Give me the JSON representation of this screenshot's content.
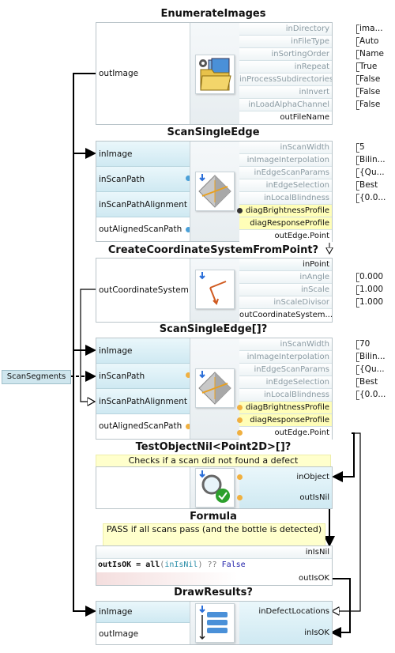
{
  "nodes": {
    "enumerate": {
      "title": "EnumerateImages",
      "inputs": [],
      "outputs_left": [
        "outImage"
      ],
      "params": [
        "inDirectory",
        "inFileType",
        "inSortingOrder",
        "inRepeat",
        "inProcessSubdirectories",
        "inInvert",
        "inLoadAlphaChannel"
      ],
      "values": [
        "ima...",
        "Auto",
        "Name",
        "True",
        "False",
        "False",
        "False"
      ],
      "outputs_right": [
        "outFileName"
      ],
      "icon": "folder-images-icon"
    },
    "scan1": {
      "title": "ScanSingleEdge",
      "inputs": [
        "inImage",
        "inScanPath",
        "inScanPathAlignment"
      ],
      "outputs_left": [
        "outAlignedScanPath"
      ],
      "params": [
        "inScanWidth",
        "inImageInterpolation",
        "inEdgeScanParams",
        "inEdgeSelection",
        "inLocalBlindness"
      ],
      "values": [
        "5",
        "Bilin...",
        "{Qu...",
        "Best",
        "{0.0..."
      ],
      "diag": [
        "diagBrightnessProfile",
        "diagResponseProfile"
      ],
      "outputs_right": [
        "outEdge.Point"
      ],
      "icon": "scan-edge-icon"
    },
    "coord": {
      "title": "CreateCoordinateSystemFromPoint?",
      "outputs_left": [
        "outCoordinateSystem"
      ],
      "params_dark": [
        "inPoint"
      ],
      "params": [
        "inAngle",
        "inScale",
        "inScaleDivisor"
      ],
      "values": [
        "0.000",
        "1.000",
        "1.000"
      ],
      "outputs_right": [
        "outCoordinateSystem...."
      ],
      "icon": "coordinate-system-icon"
    },
    "scan2": {
      "title": "ScanSingleEdge[]?",
      "inputs": [
        "inImage",
        "inScanPath",
        "inScanPathAlignment"
      ],
      "outputs_left": [
        "outAlignedScanPath"
      ],
      "params": [
        "inScanWidth",
        "inImageInterpolation",
        "inEdgeScanParams",
        "inEdgeSelection",
        "inLocalBlindness"
      ],
      "values": [
        "70",
        "Bilin...",
        "{Qu...",
        "Best",
        "{0.0..."
      ],
      "diag": [
        "diagBrightnessProfile",
        "diagResponseProfile"
      ],
      "outputs_right": [
        "outEdge.Point"
      ],
      "icon": "scan-edge-array-icon"
    },
    "testnil": {
      "title": "TestObjectNil<Point2D>[]?",
      "description": "Checks if a scan did not found a defect",
      "inputs_right": [
        "inObject"
      ],
      "outputs_right": [
        "outIsNil"
      ],
      "icon": "magnifier-icon"
    },
    "formula": {
      "title": "Formula",
      "description": "PASS if all scans pass (and the bottle is detected)",
      "inputs_right": [
        "inIsNil"
      ],
      "code": {
        "out": "outIsOK",
        "eq": " = ",
        "fn": "all",
        "open": "(",
        "arg": "inIsNil",
        "close": ")",
        "op": " ?? ",
        "lit": "False"
      },
      "outputs_right": [
        "outIsOK"
      ]
    },
    "draw": {
      "title": "DrawResults?",
      "inputs": [
        "inImage"
      ],
      "outputs_left": [
        "outImage"
      ],
      "inputs_right": [
        "inDefectLocations",
        "inIsOK"
      ],
      "icon": "list-icon"
    }
  },
  "external": {
    "label": "ScanSegments"
  },
  "colors": {
    "wire": "#000000",
    "diag": "#fffeb8",
    "desc": "#ffffcc",
    "input": "#cfe9f2"
  }
}
